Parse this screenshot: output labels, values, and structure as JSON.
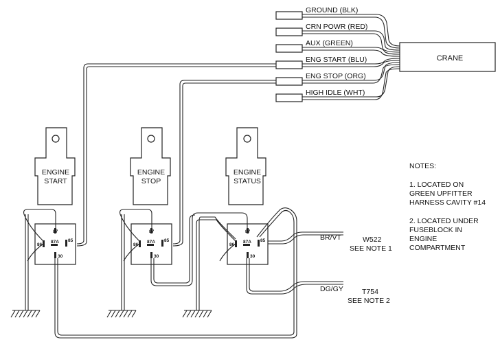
{
  "harness_wires": [
    {
      "label": "GROUND (BLK)"
    },
    {
      "label": "CRN POWR (RED)"
    },
    {
      "label": "AUX (GREEN)"
    },
    {
      "label": "ENG START (BLU)"
    },
    {
      "label": "ENG STOP (ORG)"
    },
    {
      "label": "HIGH IDLE (WHT)"
    }
  ],
  "crane_label": "CRANE",
  "relays": [
    {
      "line1": "ENGINE",
      "line2": "START"
    },
    {
      "line1": "ENGINE",
      "line2": "STOP"
    },
    {
      "line1": "ENGINE",
      "line2": "STATUS"
    }
  ],
  "pins": {
    "p87": "87",
    "p86": "86",
    "p87a": "87A",
    "p85": "85",
    "p30": "30"
  },
  "connectors": [
    {
      "color": "BR/VT",
      "circuit": "W522",
      "note": "SEE NOTE 1"
    },
    {
      "color": "DG/GY",
      "circuit": "T754",
      "note": "SEE NOTE 2"
    }
  ],
  "notes": {
    "title": "NOTES:",
    "note1": [
      "1. LOCATED ON",
      "GREEN UPFITTER",
      "HARNESS CAVITY #14"
    ],
    "note2": [
      "2. LOCATED UNDER",
      "FUSEBLOCK IN",
      "ENGINE",
      "COMPARTMENT"
    ]
  }
}
